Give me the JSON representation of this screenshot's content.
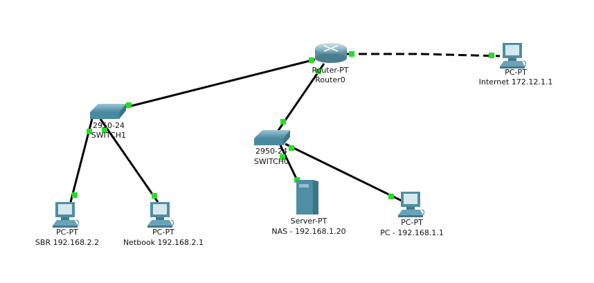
{
  "colors": {
    "link": "#000000",
    "port_up": "#22e022",
    "device": "#5f9fb4"
  },
  "devices": {
    "router0": {
      "model": "Router-PT",
      "name": "Router0",
      "icon": "router-icon"
    },
    "internet": {
      "model": "PC-PT",
      "name": "Internet 172.12.1.1",
      "icon": "pc-icon"
    },
    "switch1": {
      "model": "2950-24",
      "name": "SWITCH1",
      "icon": "switch-icon"
    },
    "switch0": {
      "model": "2950-24",
      "name": "SWITCH0",
      "icon": "switch-icon"
    },
    "sbr": {
      "model": "PC-PT",
      "name": "SBR 192.168.2.2",
      "icon": "pc-icon"
    },
    "netbook": {
      "model": "PC-PT",
      "name": "Netbook 192.168.2.1",
      "icon": "pc-icon"
    },
    "nas": {
      "model": "Server-PT",
      "name": "NAS - 192.168.1.20",
      "icon": "server-icon"
    },
    "pc": {
      "model": "PC-PT",
      "name": "PC - 192.168.1.1",
      "icon": "pc-icon"
    }
  },
  "links": [
    {
      "from": "Router0",
      "to": "SWITCH1",
      "style": "solid"
    },
    {
      "from": "Router0",
      "to": "SWITCH0",
      "style": "solid"
    },
    {
      "from": "Router0",
      "to": "Internet 172.12.1.1",
      "style": "dashed"
    },
    {
      "from": "SWITCH1",
      "to": "SBR 192.168.2.2",
      "style": "solid"
    },
    {
      "from": "SWITCH1",
      "to": "Netbook 192.168.2.1",
      "style": "solid"
    },
    {
      "from": "SWITCH0",
      "to": "NAS - 192.168.1.20",
      "style": "solid"
    },
    {
      "from": "SWITCH0",
      "to": "PC - 192.168.1.1",
      "style": "solid"
    }
  ]
}
